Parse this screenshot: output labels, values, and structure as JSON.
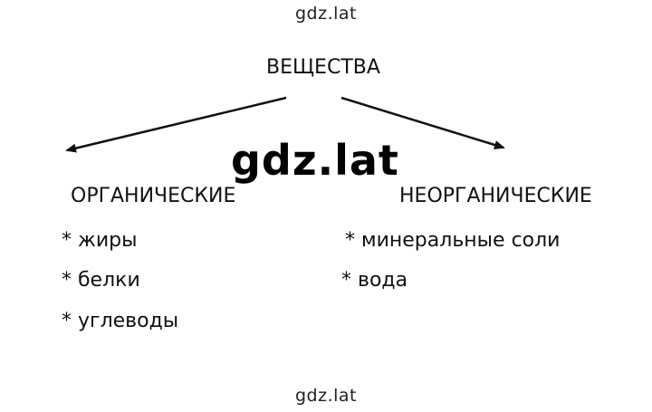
{
  "watermark": {
    "top": "gdz.lat",
    "center": "gdz.lat",
    "bottom": "gdz.lat"
  },
  "diagram": {
    "root": "ВЕЩЕСТВА",
    "left": {
      "label": "ОРГАНИЧЕСКИЕ",
      "items": [
        "* жиры",
        "* белки",
        "* углеводы"
      ]
    },
    "right": {
      "label": "НЕОРГАНИЧЕСКИЕ",
      "items": [
        "* минеральные соли",
        "* вода"
      ]
    }
  }
}
